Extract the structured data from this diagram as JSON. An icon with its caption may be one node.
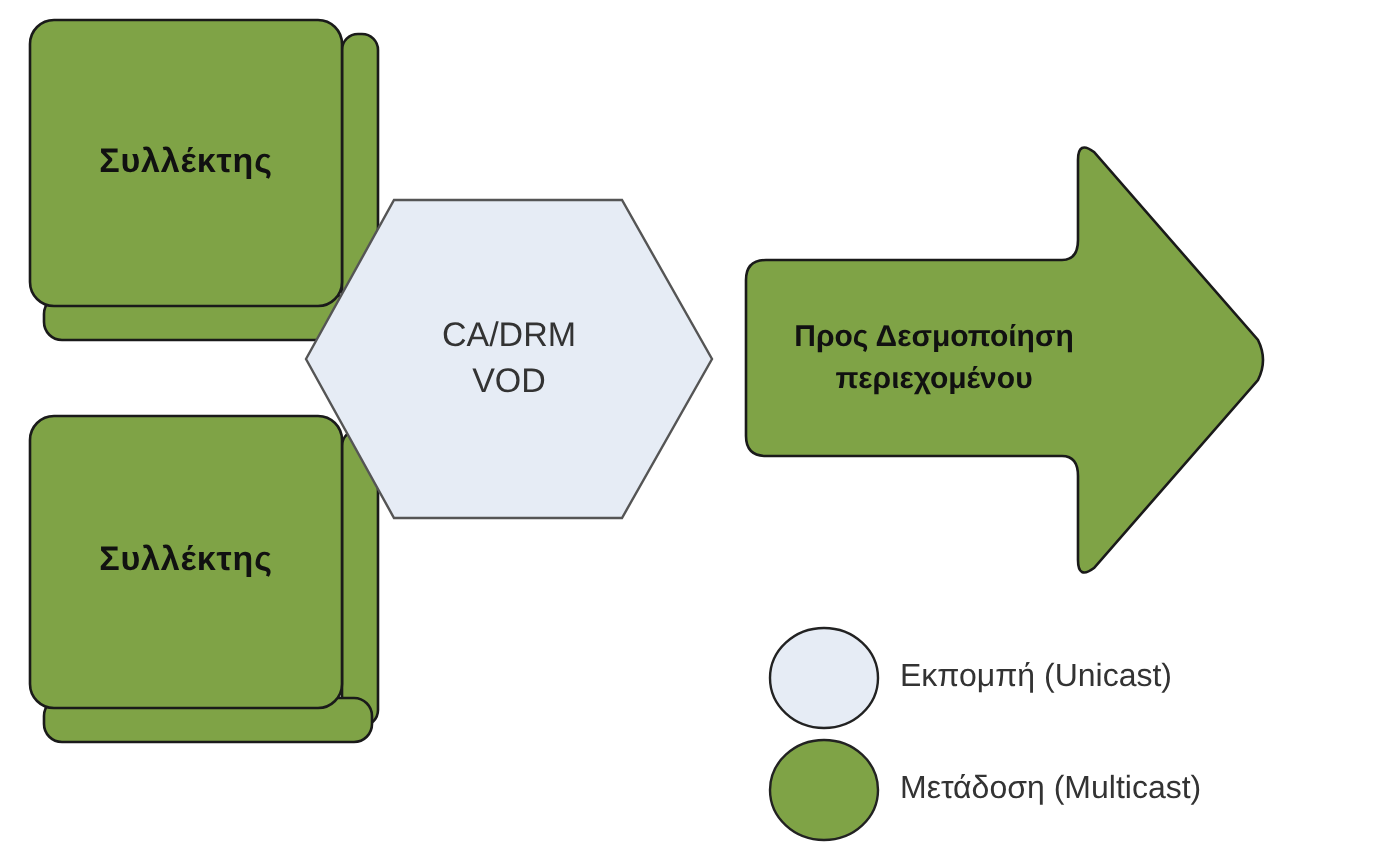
{
  "diagram": {
    "nodes": [
      {
        "text": [
          "Συλλέκτης"
        ]
      },
      {
        "text": [
          "Συλλέκτης"
        ]
      },
      {
        "text": [
          "CA/DRM VOD"
        ]
      },
      {
        "text": [
          "Προς Δεσμοποίηση περιεχομένου"
        ]
      }
    ],
    "legend": [
      {
        "text": "Εκπομπή (Unicast)",
        "color": "#e6ecf5"
      },
      {
        "text": "Μετάδοση (Multicast)",
        "color": "#7fa346"
      }
    ]
  }
}
